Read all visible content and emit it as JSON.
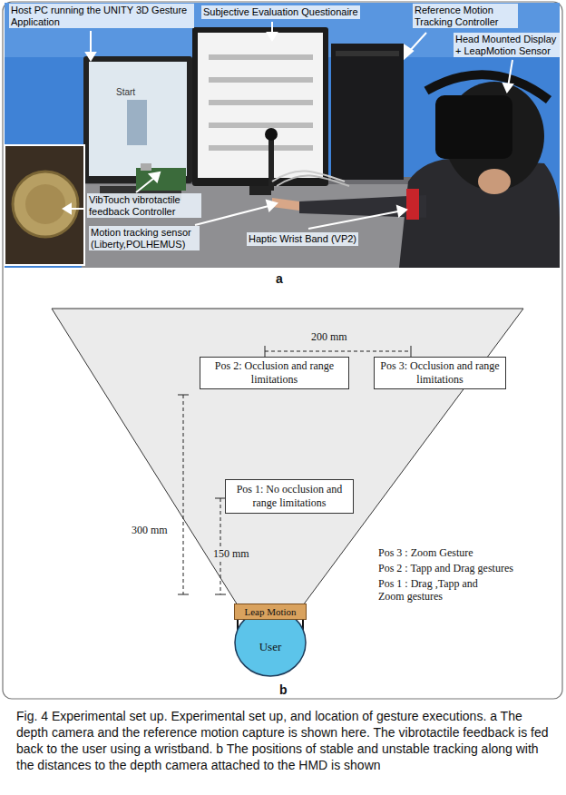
{
  "diagram": {
    "caption": "Fig. 4 Experimental set up. Experimental set up, and location of gesture executions. a The depth camera and the reference motion capture is shown here. The vibrotactile feedback is fed back to the user using a wristband. b The positions of stable and unstable tracking along with the distances to the depth camera attached to the HMD is shown",
    "nodes": [
      {
        "text": [
          "Pos 2: Occlusion and range limitations"
        ]
      },
      {
        "text": [
          "Pos 3: Occlusion and range limitations"
        ]
      },
      {
        "text": [
          "Pos 1: No occlusion and range limitations"
        ]
      },
      {
        "text": [
          "Leap Motion"
        ]
      },
      {
        "text": [
          "User"
        ]
      }
    ],
    "labels": [
      "Host PC running the UNITY 3D Gesture Application",
      "Subjective Evaluation Questionaire",
      "Reference Motion Tracking Controller",
      "Head Mounted Display + LeapMotion Sensor",
      "Start",
      "VibTouch vibrotactile feedback Controller",
      "Motion tracking sensor (Liberty,POLHEMUS)",
      "Haptic Wrist Band (VP2)",
      "a",
      "200 mm",
      "300 mm",
      "150 mm",
      "Pos 3 : Zoom Gesture",
      "Pos 2 : Tapp and Drag gestures",
      "Pos 1 : Drag ,Tapp and Zoom gestures",
      "b"
    ]
  }
}
